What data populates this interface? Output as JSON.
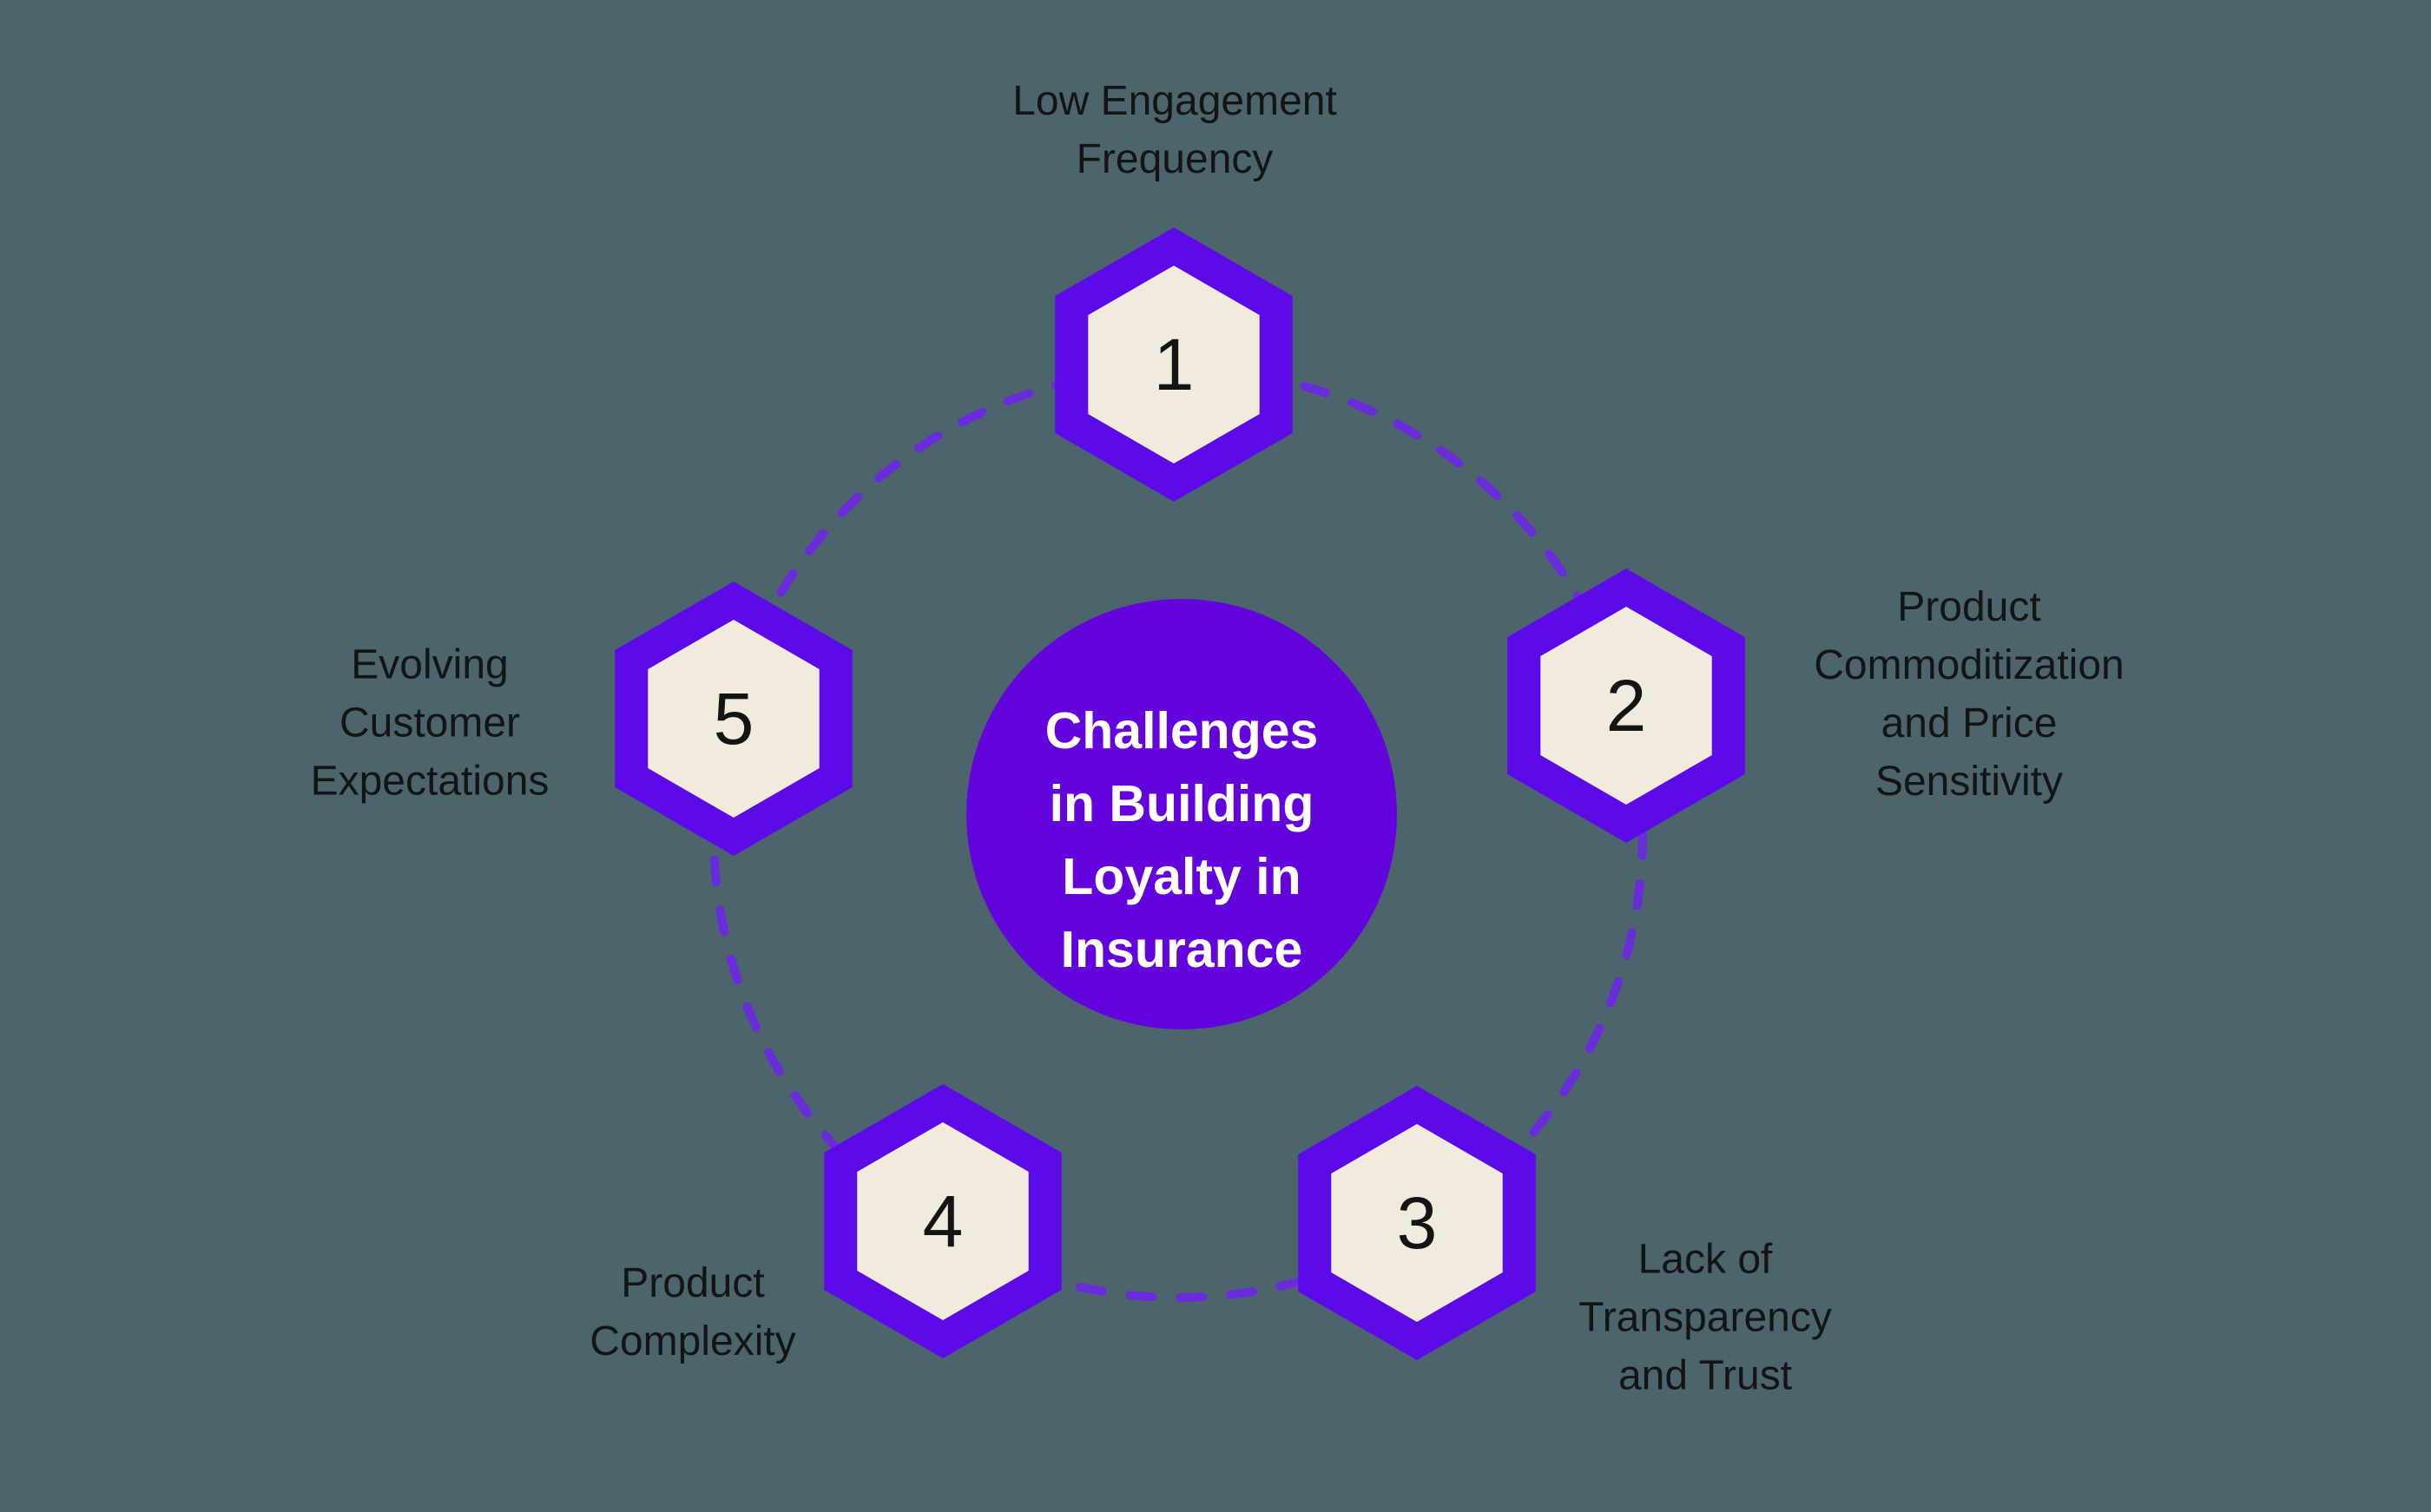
{
  "colors": {
    "bg": "#4C656D",
    "hexagon": "#5C0AE8",
    "circle": "#6204DB",
    "inner": "#F1EBDD",
    "dash": "#6A2BDB",
    "ink": "#141414",
    "center-ink": "#FFFFFF"
  },
  "center": {
    "title": "Challenges\nin Building\nLoyalty in\nInsurance"
  },
  "items": [
    {
      "number": "1",
      "label": "Low Engagement\nFrequency"
    },
    {
      "number": "2",
      "label": "Product\nCommoditization\nand Price\nSensitivity"
    },
    {
      "number": "3",
      "label": "Lack of\nTransparency\nand Trust"
    },
    {
      "number": "4",
      "label": "Product\nComplexity"
    },
    {
      "number": "5",
      "label": "Evolving\nCustomer\nExpectations"
    }
  ]
}
